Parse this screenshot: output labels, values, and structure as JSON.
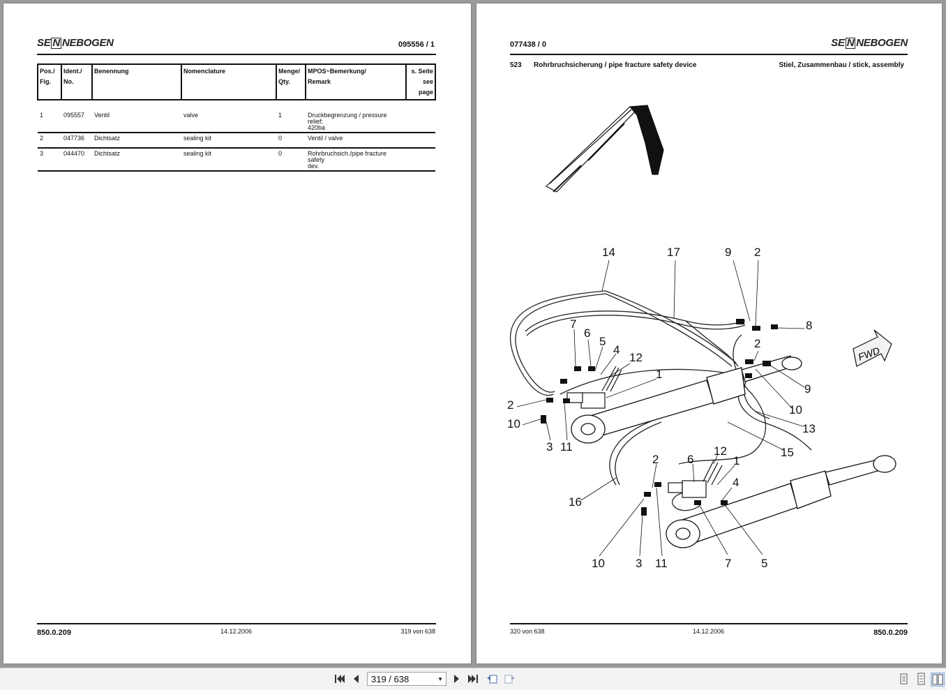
{
  "left_page": {
    "brand": "SENNEBOGEN",
    "doc_id": "095556 / 1",
    "columns": [
      {
        "l1": "Pos./",
        "l2": "Fig."
      },
      {
        "l1": "Ident./",
        "l2": "No."
      },
      {
        "l1": "Benennung",
        "l2": ""
      },
      {
        "l1": "Nomenclature",
        "l2": ""
      },
      {
        "l1": "Menge/",
        "l2": "Qty."
      },
      {
        "l1": "MPOS~Bemerkung/",
        "l2": "Remark"
      },
      {
        "l1": "s. Seite",
        "l2": "see page"
      }
    ],
    "rows": [
      {
        "pos": "1",
        "ident": "095557",
        "benennung": "Ventil",
        "nomenclature": "valve",
        "menge": "1",
        "remark1": "Druckbegrenzung / pressure relief;",
        "remark2": "420ba",
        "page": ""
      },
      {
        "pos": "2",
        "ident": "047736",
        "benennung": "Dichtsatz",
        "nomenclature": "sealing kit",
        "menge": "0",
        "remark1": "Ventil / valve",
        "remark2": "",
        "page": ""
      },
      {
        "pos": "3",
        "ident": "044470",
        "benennung": "Dichtsatz",
        "nomenclature": "sealing kit",
        "menge": "0",
        "remark1": "Rohrbruchsich./pipe fracture safety",
        "remark2": "dev.",
        "page": ""
      }
    ],
    "footer": {
      "code": "850.0.209",
      "date": "14.12.2006",
      "page": "319 von 638"
    }
  },
  "right_page": {
    "brand": "SENNEBOGEN",
    "doc_id": "077438 / 0",
    "section_no": "523",
    "section_title": "Rohrbruchsicherung / pipe fracture safety device",
    "assembly": "Stiel, Zusammenbau / stick, assembly",
    "fwd_label": "FWD",
    "callouts": [
      "14",
      "17",
      "9",
      "2",
      "7",
      "6",
      "5",
      "4",
      "12",
      "1",
      "8",
      "2",
      "9",
      "10",
      "13",
      "15",
      "2",
      "10",
      "3",
      "11",
      "2",
      "6",
      "12",
      "1",
      "4",
      "16",
      "10",
      "3",
      "11",
      "7",
      "5"
    ],
    "footer": {
      "page": "320 von 638",
      "date": "14.12.2006",
      "code": "850.0.209"
    }
  },
  "toolbar": {
    "page_indicator": "319 / 638",
    "first_icon": "first-page-icon",
    "prev_icon": "previous-page-icon",
    "next_icon": "next-page-icon",
    "last_icon": "last-page-icon"
  }
}
